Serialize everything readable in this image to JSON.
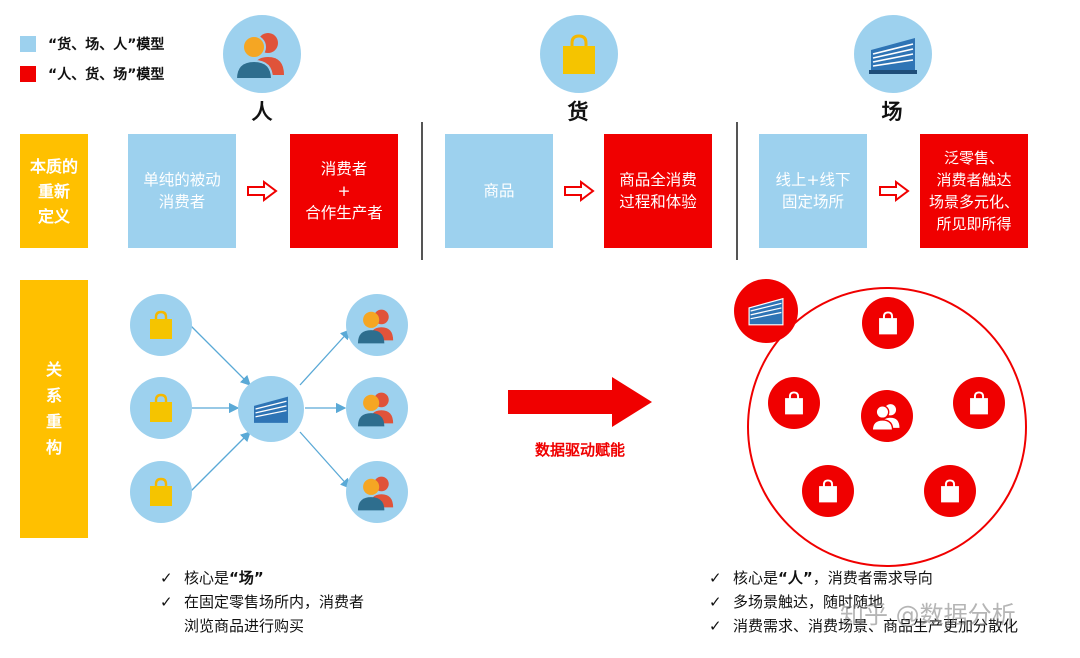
{
  "legend": [
    {
      "label": "“货、场、人”模型",
      "color": "#9dd1ee"
    },
    {
      "label": "“人、货、场”模型",
      "color": "#f00000"
    }
  ],
  "columns": [
    {
      "title": "人",
      "icon": "people-icon"
    },
    {
      "title": "货",
      "icon": "shopping-bag-icon"
    },
    {
      "title": "场",
      "icon": "building-icon"
    }
  ],
  "side_labels": {
    "redefine": "本质的\n重新\n定义",
    "relation": "关\n系\n重\n构"
  },
  "redefine": [
    {
      "old": "单纯的被动\n消费者",
      "new": "消费者\n+\n合作生产者"
    },
    {
      "old": "商品",
      "new": "商品全消费\n过程和体验"
    },
    {
      "old": "线上+线下\n固定场所",
      "new": "泛零售、\n消费者触达\n场景多元化、\n所见即所得"
    }
  ],
  "transition_label": "数据驱动赋能",
  "left_notes": {
    "line1_prefix": "核心是",
    "line1_quote_open": "“",
    "line1_emph": "场",
    "line1_quote_close": "”",
    "line2": "在固定零售场所内，消费者\n浏览商品进行购买"
  },
  "right_notes": {
    "line1_prefix": "核心是",
    "line1_quote_open": "“",
    "line1_emph": "人",
    "line1_quote_close": "”",
    "line1_suffix": "，消费者需求导向",
    "line2": "多场景触达，随时随地",
    "line3": "消费需求、消费场景、商品生产更加分散化"
  },
  "watermark": "知乎 @数据分析",
  "colors": {
    "blue": "#9dd1ee",
    "red": "#f00000",
    "gold": "#ffc000",
    "bag_gold": "#ffc000",
    "node_blue": "#2e74b5"
  }
}
